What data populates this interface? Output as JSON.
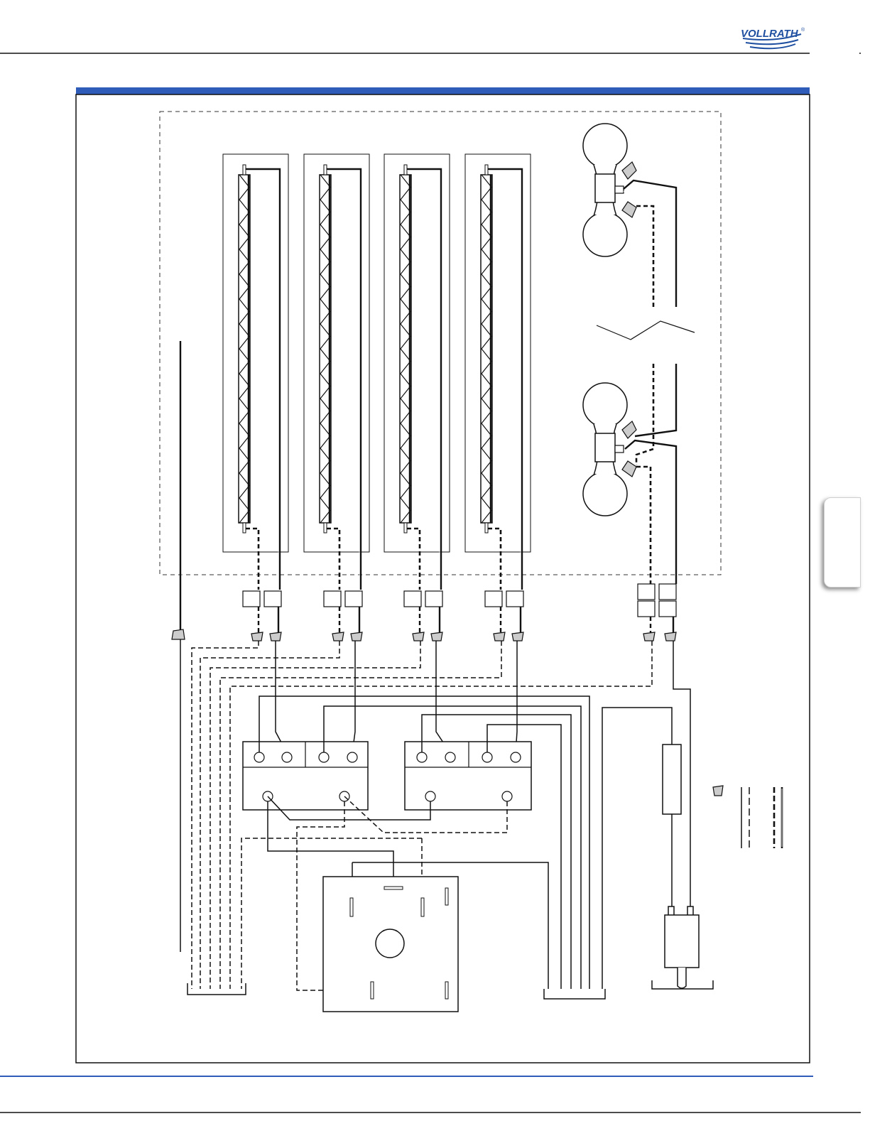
{
  "brand": {
    "name": "VOLLRATH",
    "trademark": "®",
    "color": "#1f4fa0"
  },
  "colors": {
    "accent_bar": "#2f5cb8",
    "footer_rule": "#2f5cb8",
    "line": "#1a1a1a"
  },
  "diagram": {
    "heating_element_count": 4,
    "lamp_count": 2,
    "terminal_block_count": 2,
    "legend_symbols": [
      "wire-nut-icon",
      "dashed-wire",
      "double-solid-wire"
    ]
  }
}
